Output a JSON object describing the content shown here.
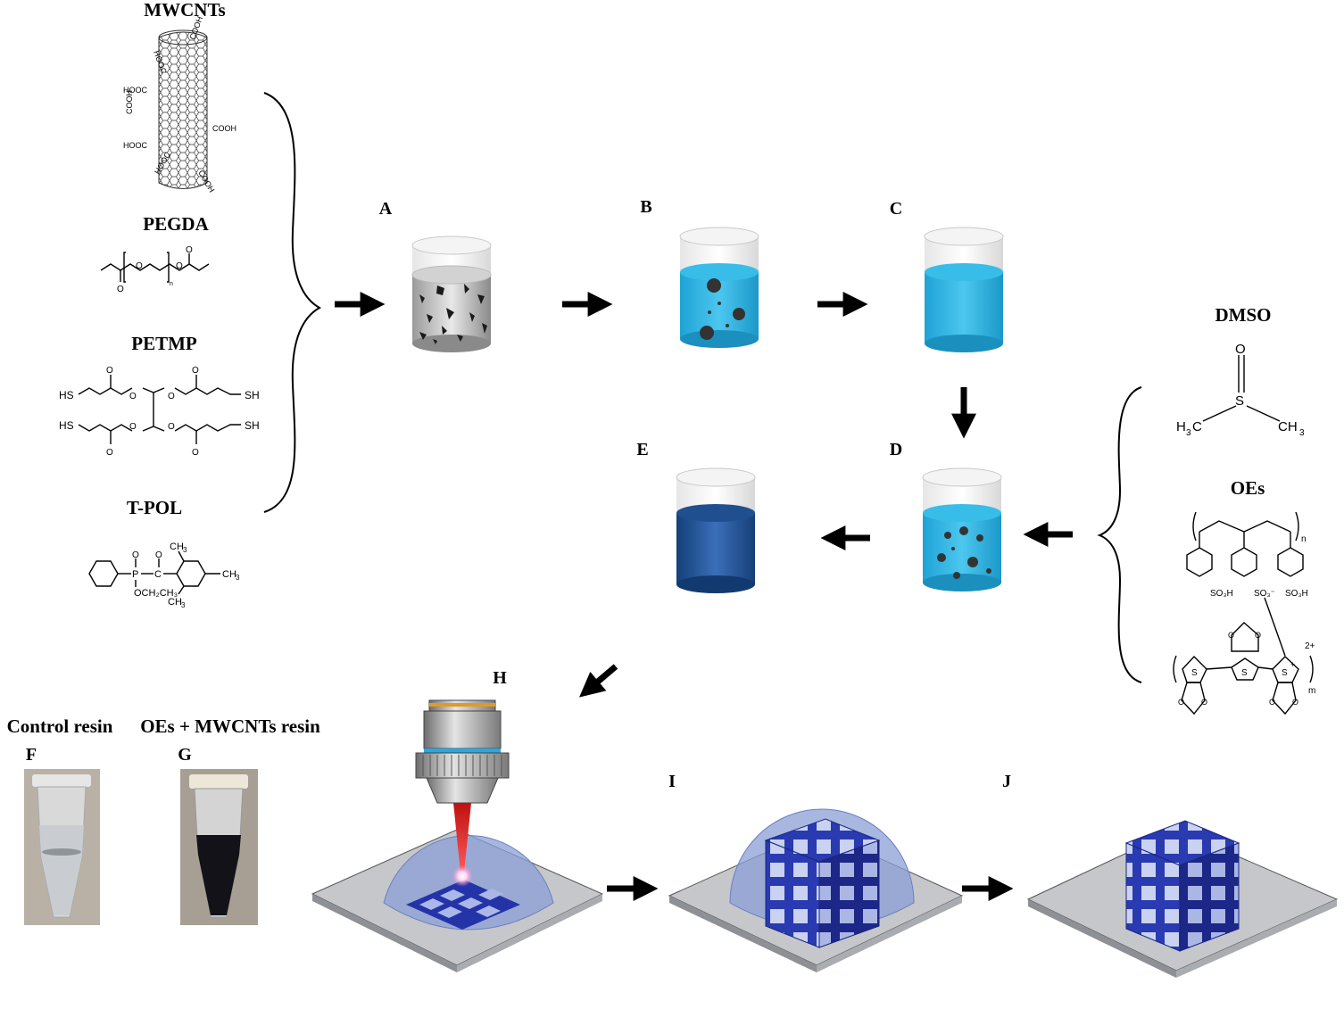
{
  "reagents": {
    "mwcnts": "MWCNTs",
    "pegda": "PEGDA",
    "petmp": "PETMP",
    "tpol": "T-POL",
    "dmso": "DMSO",
    "oes": "OEs"
  },
  "chem_text": {
    "cooh": "COOH",
    "hooc": "HOOC",
    "sh": "SH",
    "hs": "HS",
    "n": "n",
    "m": "m",
    "o": "O",
    "p": "P",
    "c": "C",
    "s": "S",
    "ch3": "CH",
    "h3c": "H",
    "och2ch3": "OCH₂CH₃",
    "so3h": "SO₃H",
    "so3minus": "SO₃⁻",
    "charge": "2+",
    "plus": "+"
  },
  "steps": {
    "a": "A",
    "b": "B",
    "c": "C",
    "d": "D",
    "e": "E",
    "f": "F",
    "g": "G",
    "h": "H",
    "i": "I",
    "j": "J"
  },
  "photos": {
    "control": "Control resin",
    "composite": "OEs + MWCNTs resin"
  },
  "colors": {
    "light_blue": "#29b6e3",
    "dark_blue": "#1f5fa3",
    "navy_lattice": "#1f2e9e",
    "dome": "#8a9fd6",
    "slide": "#c7c9cc",
    "laser": "#e01a1a",
    "lens_orange": "#e09a2a"
  }
}
